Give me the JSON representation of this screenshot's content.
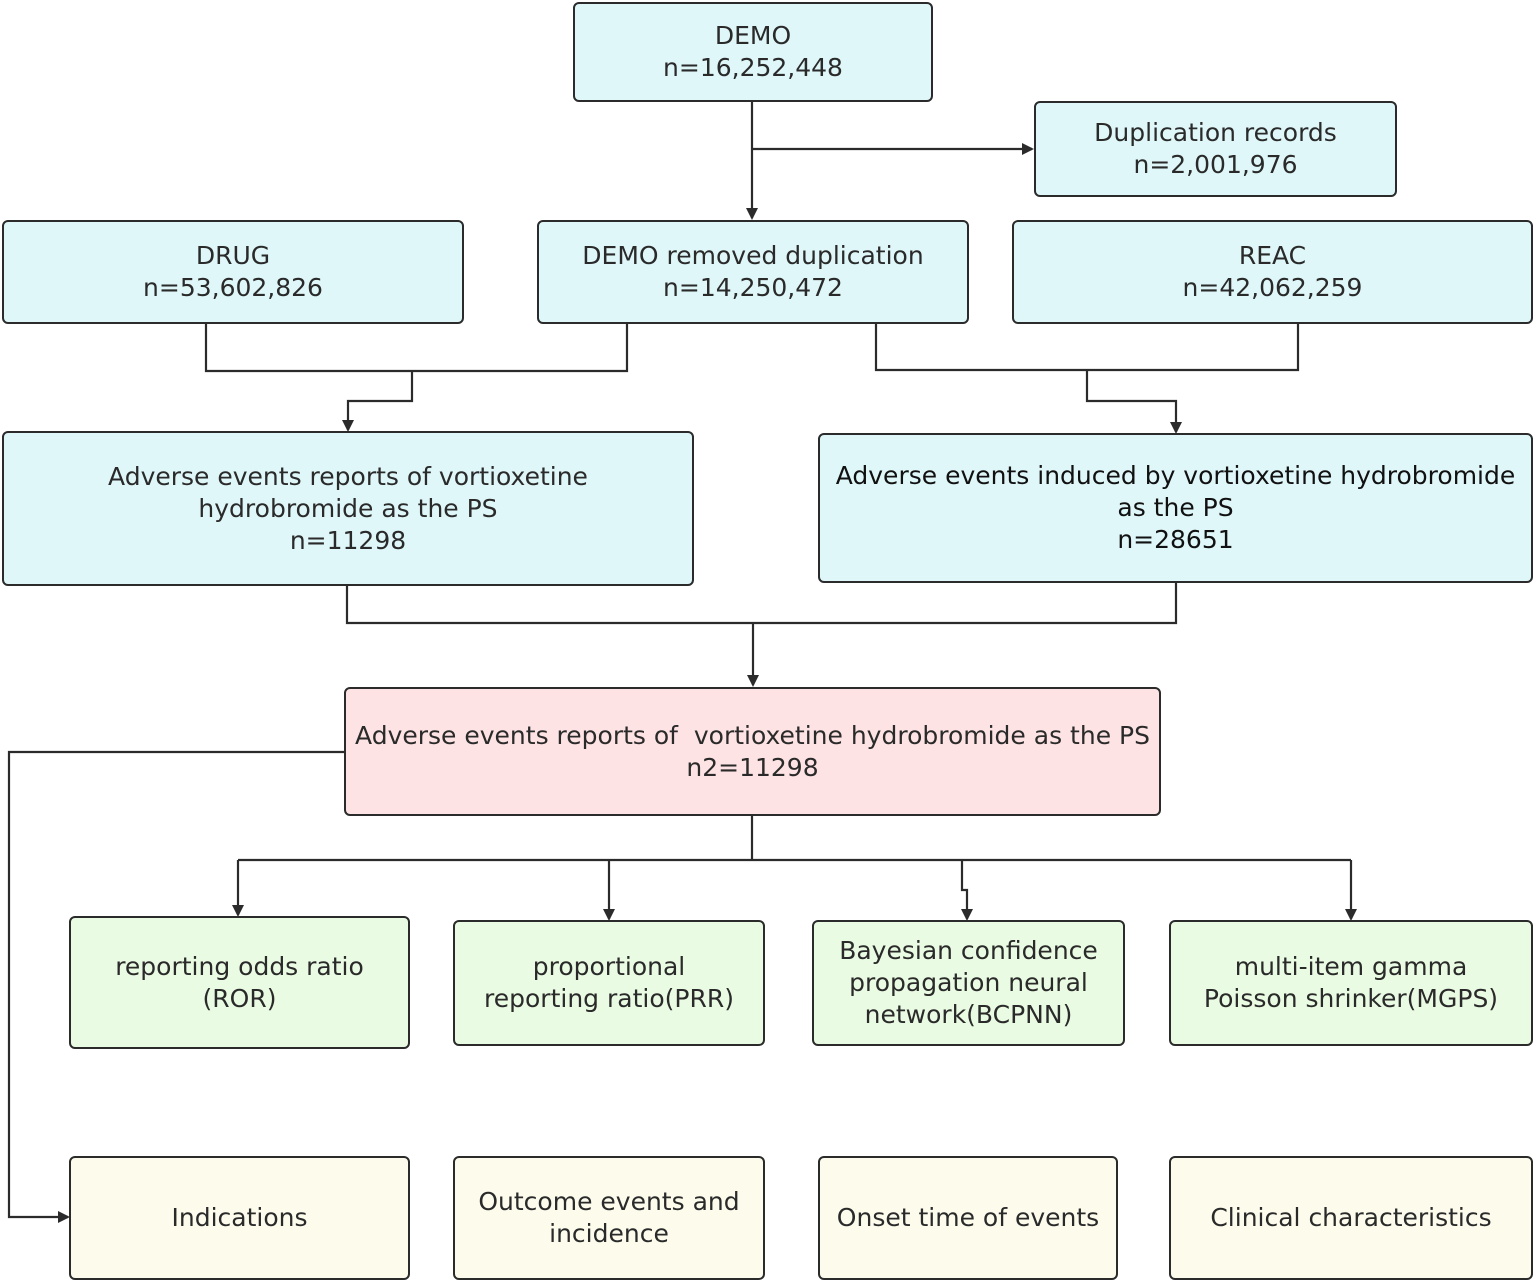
{
  "nodes": {
    "demo": {
      "title": "DEMO",
      "count": "n=16,252,448"
    },
    "duplication": {
      "title": "Duplication records",
      "count": "n=2,001,976"
    },
    "drug": {
      "title": "DRUG",
      "count": "n=53,602,826"
    },
    "demo_removed": {
      "title": "DEMO removed duplication",
      "count": "n=14,250,472"
    },
    "reac": {
      "title": "REAC",
      "count": "n=42,062,259"
    },
    "ae_reports": {
      "line1": "Adverse events reports of vortioxetine",
      "line2": "hydrobromide as the PS",
      "count": "n=11298"
    },
    "ae_induced": {
      "line1": "Adverse events induced by vortioxetine hydrobromide",
      "line2": "as the PS",
      "count": "n=28651"
    },
    "ae_final": {
      "title": "Adverse events reports of  vortioxetine hydrobromide as the PS",
      "count": "n2=11298"
    },
    "ror": {
      "line1": "reporting odds ratio",
      "line2": "(ROR)"
    },
    "prr": {
      "line1": "proportional",
      "line2": "reporting ratio(PRR)"
    },
    "bcpnn": {
      "line1": "Bayesian confidence",
      "line2": "propagation neural",
      "line3": "network(BCPNN)"
    },
    "mgps": {
      "line1": "multi-item gamma",
      "line2": "Poisson shrinker(MGPS)"
    },
    "indications": {
      "title": "Indications"
    },
    "outcome": {
      "line1": "Outcome events and",
      "line2": "incidence"
    },
    "onset": {
      "title": "Onset time of events"
    },
    "clinical": {
      "title": "Clinical characteristics"
    }
  },
  "colors": {
    "source_fill": "#dff7f9",
    "final_fill": "#fde3e3",
    "method_fill": "#eafbe3",
    "analysis_fill": "#fcfbec",
    "stroke": "#2b2b2b"
  }
}
